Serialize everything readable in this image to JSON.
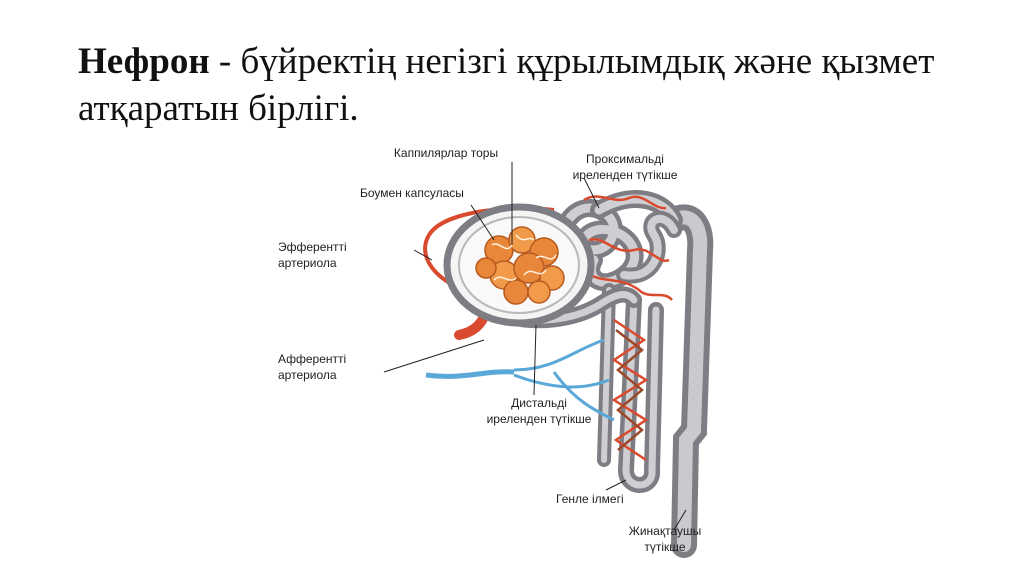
{
  "title": {
    "term": "Нефрон",
    "definition": " - бүйректің негізгі құрылымдық және қызмет атқаратын бірлігі."
  },
  "labels": {
    "capillary_network": "Каппилярлар торы",
    "bowman_capsule": "Боумен капсуласы",
    "efferent_l1": "Эфферентті",
    "efferent_l2": "артериола",
    "afferent_l1": "Афферентті",
    "afferent_l2": "артериола",
    "proximal_l1": "Проксимальді",
    "proximal_l2": "иреленден түтікше",
    "distal_l1": "Дистальді",
    "distal_l2": "иреленден түтікше",
    "henle": "Генле ілмегі",
    "collecting_l1": "Жинақтаушы",
    "collecting_l2": "түтікше"
  },
  "colors": {
    "tubule": "#a9a9ae",
    "artery": "#d94a2e",
    "vein": "#5aa8d8",
    "glomerulus": "#e8873a"
  }
}
